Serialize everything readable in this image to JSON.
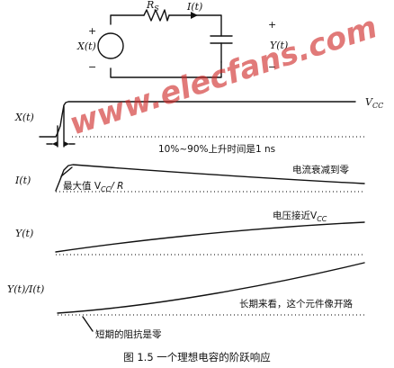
{
  "circuit": {
    "source_label": "X(t)",
    "resistor_label": "R",
    "resistor_sub": "S",
    "current_label": "I(t)",
    "output_label": "Y(t)",
    "plus": "+",
    "minus": "−"
  },
  "plots": {
    "x": {
      "label": "X(t)",
      "vcc": "V",
      "vcc_sub": "CC",
      "risetime_note": "10%~90%上升时间是1 ns"
    },
    "i": {
      "label": "I(t)",
      "peak_note": "最大值 V",
      "peak_sub": "CC",
      "peak_tail": "/ R",
      "decay_note": "电流衰减到零"
    },
    "y": {
      "label": "Y(t)",
      "approach_note": "电压接近V",
      "approach_sub": "CC"
    },
    "z": {
      "label": "Y(t)/I(t)",
      "long_note": "长期来看，这个元件像开路",
      "short_note": "短期的阻抗是零"
    }
  },
  "caption": "图 1.5    一个理想电容的阶跃响应",
  "watermark": "www.elecfans.com"
}
